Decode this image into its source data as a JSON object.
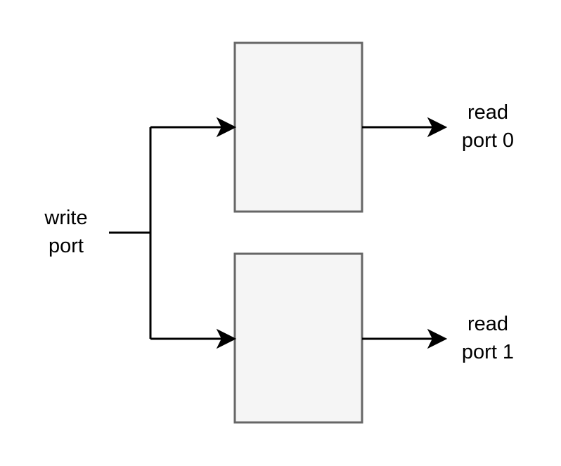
{
  "diagram": {
    "colors": {
      "background": "#ffffff",
      "box_fill": "#f5f5f5",
      "box_stroke": "#666666",
      "connector": "#000000",
      "text": "#000000"
    },
    "nodes": {
      "write_port": {
        "line1": "write",
        "line2": "port"
      },
      "read_port_0": {
        "line1": "read",
        "line2": "port 0"
      },
      "read_port_1": {
        "line1": "read",
        "line2": "port 1"
      }
    },
    "blocks": [
      {
        "id": "block-0",
        "label": ""
      },
      {
        "id": "block-1",
        "label": ""
      }
    ],
    "edges": [
      {
        "from": "write_port",
        "to": "block-0"
      },
      {
        "from": "write_port",
        "to": "block-1"
      },
      {
        "from": "block-0",
        "to": "read_port_0"
      },
      {
        "from": "block-1",
        "to": "read_port_1"
      }
    ]
  }
}
